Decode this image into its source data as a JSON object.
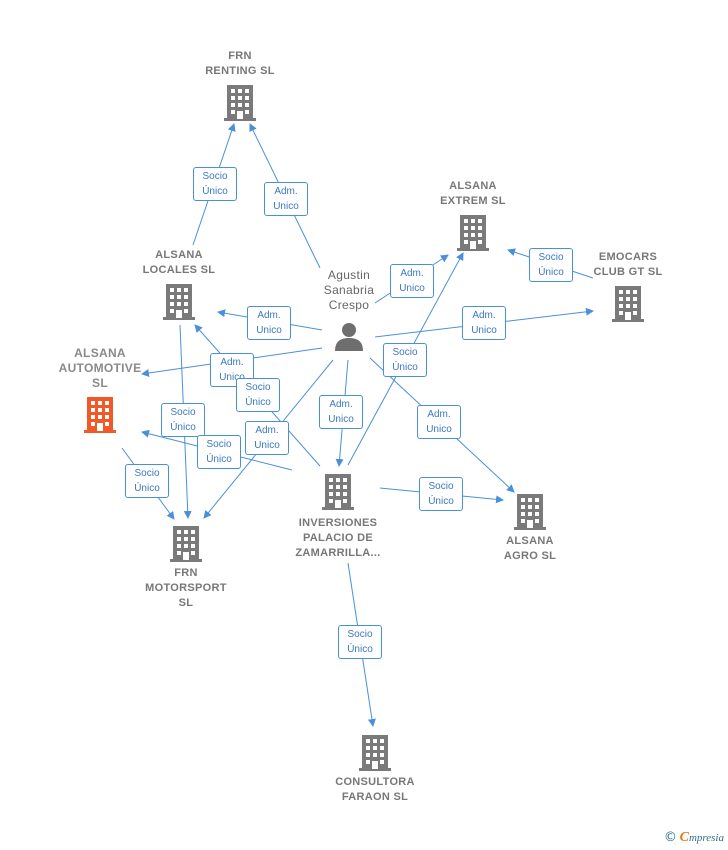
{
  "colors": {
    "edge": "#4a90d9",
    "building": "#7a7a7a",
    "highlight": "#f05a28",
    "person": "#6e6e6e"
  },
  "nodes": [
    {
      "id": "frn-renting",
      "label": "FRN\nRENTING  SL",
      "icon": "building-icon"
    },
    {
      "id": "alsana-extrem",
      "label": "ALSANA\nEXTREM  SL",
      "icon": "building-icon"
    },
    {
      "id": "emocars",
      "label": "EMOCARS\nCLUB GT SL",
      "icon": "building-icon"
    },
    {
      "id": "alsana-locales",
      "label": "ALSANA\nLOCALES  SL",
      "icon": "building-icon"
    },
    {
      "id": "agustin",
      "label": "Agustin\nSanabria\nCrespo",
      "icon": "person-icon"
    },
    {
      "id": "alsana-automotive",
      "label": "ALSANA\nAUTOMOTIVE\nSL",
      "icon": "building-icon"
    },
    {
      "id": "inversiones",
      "label": "INVERSIONES\nPALACIO DE\nZAMARRILLA...",
      "icon": "building-icon"
    },
    {
      "id": "alsana-agro",
      "label": "ALSANA\nAGRO  SL",
      "icon": "building-icon"
    },
    {
      "id": "frn-motorsport",
      "label": "FRN\nMOTORSPORT\nSL",
      "icon": "building-icon"
    },
    {
      "id": "consultora",
      "label": "CONSULTORA\nFARAON  SL",
      "icon": "building-icon"
    }
  ],
  "edges": [
    {
      "label": "Socio\nÚnico"
    },
    {
      "label": "Adm.\nUnico"
    },
    {
      "label": "Adm.\nUnico"
    },
    {
      "label": "Socio\nÚnico"
    },
    {
      "label": "Adm.\nUnico"
    },
    {
      "label": "Adm.\nUnico"
    },
    {
      "label": "Socio\nÚnico"
    },
    {
      "label": "Adm.\nUnico"
    },
    {
      "label": "Socio\nÚnico"
    },
    {
      "label": "Socio\nÚnico"
    },
    {
      "label": "Adm.\nUnico"
    },
    {
      "label": "Adm.\nUnico"
    },
    {
      "label": "Socio\nÚnico"
    },
    {
      "label": "Adm.\nUnico"
    },
    {
      "label": "Socio\nÚnico"
    },
    {
      "label": "Socio\nÚnico"
    }
  ],
  "footer": {
    "copyright": "©",
    "brand_initial": "C",
    "brand_rest": "mpresia"
  }
}
